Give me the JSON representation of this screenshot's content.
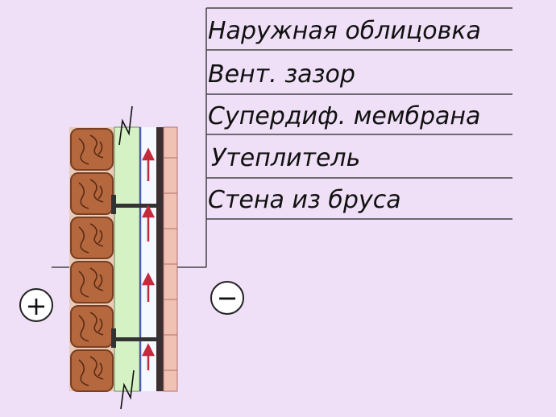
{
  "legend": {
    "items": [
      {
        "label": "Наружная облицовка"
      },
      {
        "label": "Вент. зазор"
      },
      {
        "label": "Супердиф. мембрана"
      },
      {
        "label": "Утеплитель"
      },
      {
        "label": "Стена из бруса"
      }
    ]
  },
  "signs": {
    "outside": "+",
    "inside": "−"
  },
  "colors": {
    "background": "#efe0f7",
    "brick": "#b5683e",
    "brick_joint": "#e8ccb8",
    "insulation": "#d5f2c4",
    "wall_timber": "#f0c2b4",
    "airflow_arrow": "#c42a3a",
    "bracket": "#333333"
  }
}
